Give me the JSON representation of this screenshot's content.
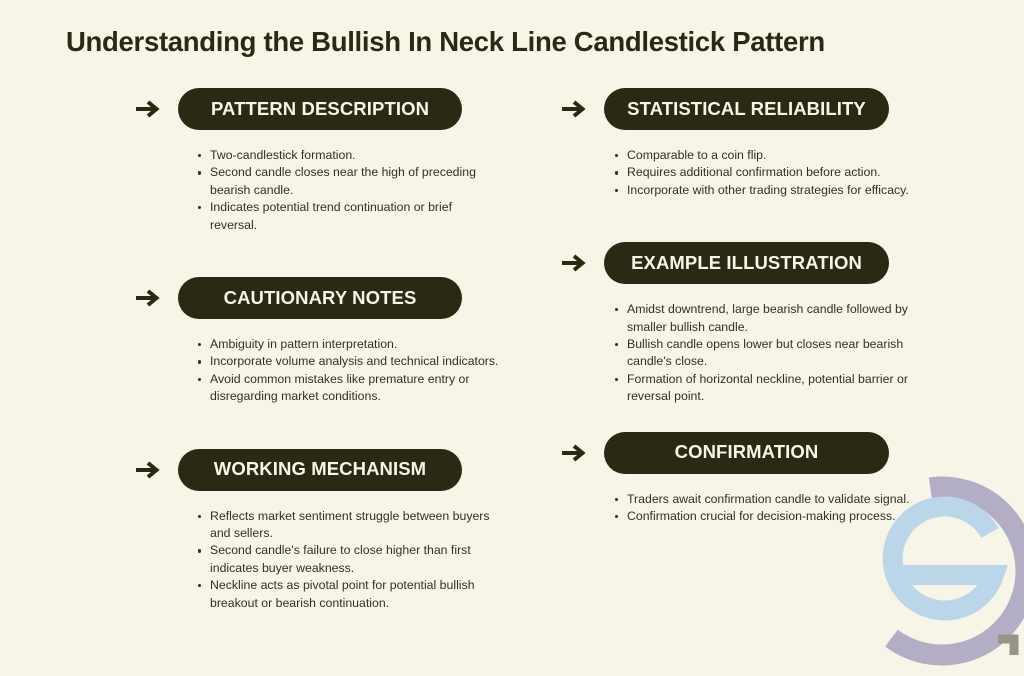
{
  "page": {
    "title": "Understanding the Bullish In Neck Line Candlestick Pattern",
    "background_color": "#F7F5E8",
    "pill_color": "#2B2813",
    "pill_text_color": "#F7F5E8",
    "body_text_color": "#332F22"
  },
  "watermark": {
    "name": "logo-watermark",
    "ring_color": "#B3AEC6",
    "letter_color": "#B8D4E6"
  },
  "columns": {
    "left": [
      {
        "arrow": "arrow-right-icon",
        "heading": "PATTERN DESCRIPTION",
        "bullets": [
          "Two-candlestick formation.",
          "Second candle closes near the high of preceding bearish candle.",
          "Indicates potential trend continuation or brief reversal."
        ]
      },
      {
        "arrow": "arrow-right-icon",
        "heading": "CAUTIONARY NOTES",
        "bullets": [
          "Ambiguity in pattern interpretation.",
          "Incorporate volume analysis and technical indicators.",
          "Avoid common mistakes like premature entry or disregarding market conditions."
        ]
      },
      {
        "arrow": "arrow-right-icon",
        "heading": "WORKING MECHANISM",
        "bullets": [
          "Reflects market sentiment struggle between buyers and sellers.",
          "Second candle's failure to close higher than first indicates buyer weakness.",
          "Neckline acts as pivotal point for potential bullish breakout or bearish continuation."
        ]
      }
    ],
    "right": [
      {
        "arrow": "arrow-right-icon",
        "heading": "STATISTICAL RELIABILITY",
        "bullets": [
          "Comparable to a coin flip.",
          "Requires additional confirmation before action.",
          "Incorporate with other trading strategies for efficacy."
        ]
      },
      {
        "arrow": "arrow-right-icon",
        "heading": "EXAMPLE ILLUSTRATION",
        "bullets": [
          "Amidst downtrend, large bearish candle followed by smaller bullish candle.",
          "Bullish candle opens lower but closes near bearish candle's close.",
          "Formation of horizontal neckline, potential barrier or reversal point."
        ]
      },
      {
        "arrow": "arrow-right-icon",
        "heading": "CONFIRMATION",
        "bullets": [
          "Traders await confirmation candle to validate signal.",
          "Confirmation crucial for decision-making process."
        ]
      }
    ]
  }
}
